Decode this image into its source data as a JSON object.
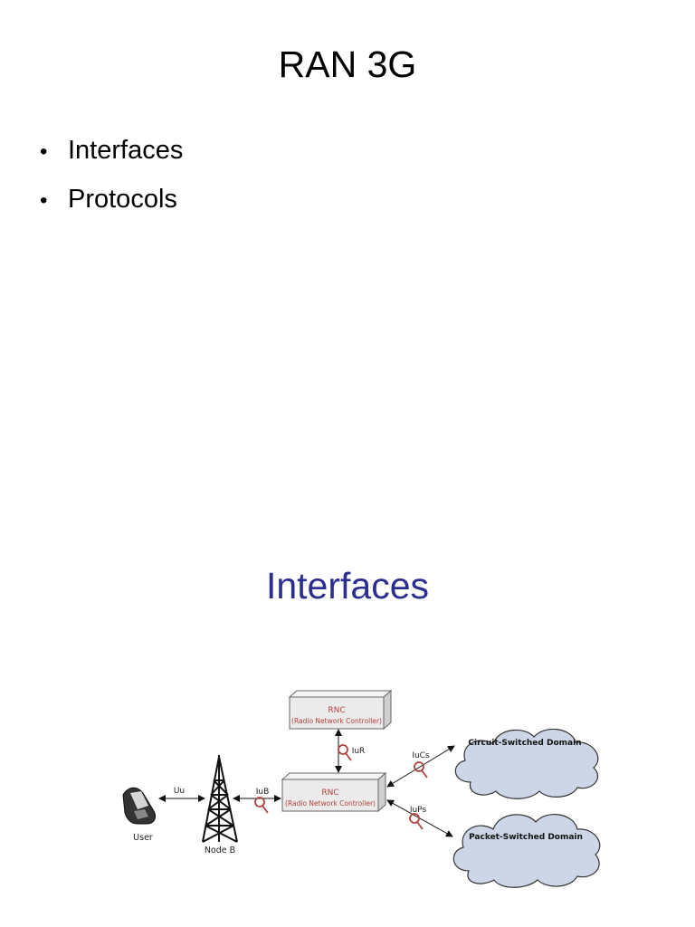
{
  "slide1": {
    "title": "RAN 3G",
    "bullets": [
      "Interfaces",
      "Protocols"
    ]
  },
  "slide2": {
    "title": "Interfaces",
    "diagram": {
      "rnc_top": {
        "title": "RNC",
        "subtitle": "(Radio Network Controller)"
      },
      "rnc_main": {
        "title": "RNC",
        "subtitle": "(Radio Network Controller)"
      },
      "user_label": "User",
      "nodeb_label": "Node B",
      "interfaces": {
        "uu": "Uu",
        "iub": "IuB",
        "iur": "IuR",
        "iucs": "IuCs",
        "iups": "IuPs"
      },
      "clouds": {
        "circuit": "Circuit-Switched Domain",
        "packet": "Packet-Switched Domain"
      },
      "colors": {
        "rnc_text": "#b0413e",
        "cloud_fill": "#ccd6e6",
        "box_fill": "#ebebeb",
        "title_blue": "#2c2e8f"
      }
    }
  }
}
